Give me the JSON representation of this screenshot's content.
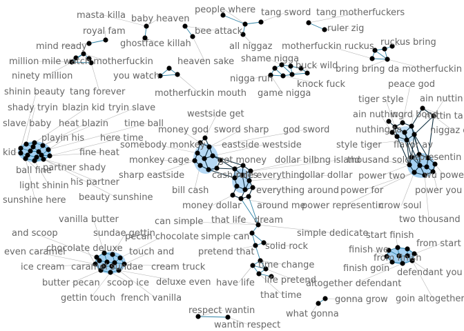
{
  "labels": {
    "masta_killa": "masta killa",
    "baby_heaven": "baby heaven",
    "people_where": "people where",
    "tang_sword": "tang sword",
    "tang_mf": "tang motherfuckers",
    "royal_fam": "royal fam",
    "bee_attack": "bee attack",
    "ruler_zig": "ruler zig",
    "ghostface_killah": "ghostface killah",
    "all_niggaz": "all niggaz",
    "mind_ready": "mind ready",
    "mf_ruckus": "motherfuckin ruckus",
    "ruckus_bring": "ruckus bring",
    "million_mile": "million mile",
    "watch_mf": "watch motherfuckin",
    "heaven_sake": "heaven sake",
    "shame_nigga": "shame nigga",
    "buck_wild": "buck wild",
    "bring_bring": "bring bring",
    "da_mf": "da motherfuckin",
    "ninety_million": "ninety million",
    "you_watch": "you watch",
    "nigga_run": "nigga run",
    "knock_fuck": "knock fuck",
    "peace_god": "peace god",
    "shinin_beauty": "shinin beauty",
    "tang_forever": "tang forever",
    "mf_mouth": "motherfuckin mouth",
    "game_nigga": "game nigga",
    "ain_nuttin": "ain nuttin",
    "tiger_style": "tiger style",
    "shady_tryin": "shady tryin",
    "blazin_kid": "blazin kid",
    "tryin_slave": "tryin slave",
    "westside_get": "westside get",
    "word_bond": "word bond",
    "ain_nuthing": "ain nuthing",
    "nuttin_ta": "nuttin ta",
    "slave_baby": "slave baby",
    "heat_blazin": "heat blazin",
    "time_ball": "time ball",
    "money_god": "money god",
    "sword_sharp": "sword sharp",
    "god_sword": "god sword",
    "nuthing_ta": "nuthing ta",
    "niggaz_oh": "niggaz oh",
    "playin_his": "playin his",
    "here_time": "here time",
    "somebody_monkey": "somebody monkey",
    "eastside_westside": "eastside westside",
    "style_tiger": "style tiger",
    "flavor_av": "flavor av",
    "kid": "kid",
    "fine_heat": "fine heat",
    "monkey_cage": "monkey cage",
    "get_money": "get money",
    "dollar_bill": "dollar bill",
    "long_island": "long island",
    "thousand_sold": "thousand sold",
    "represent_wu": "representin wu",
    "ball_fine": "ball fine",
    "partner_shady": "partner shady",
    "sharp_eastside": "sharp eastside",
    "cash_rule": "cash rules",
    "rule_everything": "rule everything",
    "dollar_dollar": "dollar dollar",
    "wu_power": "wu power",
    "light_shinin": "light shinin",
    "his_partner": "his partner",
    "bill_cash": "bill cash",
    "everything_around": "everything around",
    "power_two": "power two",
    "power_you": "power you",
    "sunshine_here": "sunshine here",
    "beauty_sunshine": "beauty sunshine",
    "power_for": "power for",
    "money_dollar": "money dollar",
    "around_me": "around me",
    "crow_soul": "crow soul",
    "power_represent": "power representin",
    "two_thousand": "two thousand",
    "vanilla_butter": "vanilla butter",
    "can_simple": "can simple",
    "that_life": "that life",
    "dream": "dream",
    "simple_dedicate": "simple dedicate",
    "start_finish": "start finish",
    "and_scoop": "and scoop",
    "sundae_gettin": "sundae gettin",
    "pecan_chocolate": "pecan chocolate",
    "simple_can": "simple can",
    "chocolate_deluxe": "chocolate deluxe",
    "touch_and": "touch and",
    "pretend_that": "pretend that",
    "solid_rock": "solid rock",
    "from_start": "from start",
    "even_caramel": "even caramel",
    "finish_we": "finish we",
    "finish_from": "from finish",
    "ice_cream": "ice cream",
    "caramel_sundae": "caramel sundae",
    "cream_truck": "cream truck",
    "time_change": "time change",
    "finish_goin": "finish goin",
    "defendant_you": "defendant you",
    "butter_pecan": "butter pecan",
    "scoop_ice": "scoop ice",
    "deluxe_even": "deluxe even",
    "have_life": "have life",
    "life_pretend": "life pretend",
    "altogether_defendant": "altogether defendant",
    "that_time": "that time",
    "gettin_touch": "gettin touch",
    "french_vanilla": "french vanilla",
    "gonna_grow": "gonna grow",
    "goin_altogether": "goin altogether",
    "respect_wantin": "respect wantin",
    "what_gonna": "what gonna",
    "wantin_respect": "wantin respect"
  },
  "colors": {
    "node": "#000000",
    "edge_light": "#2a7fa3",
    "edge_dark": "#0f2f40",
    "cluster_fill": "#5aa9e6",
    "label": "#666666",
    "leader": "#b5b5b5"
  }
}
